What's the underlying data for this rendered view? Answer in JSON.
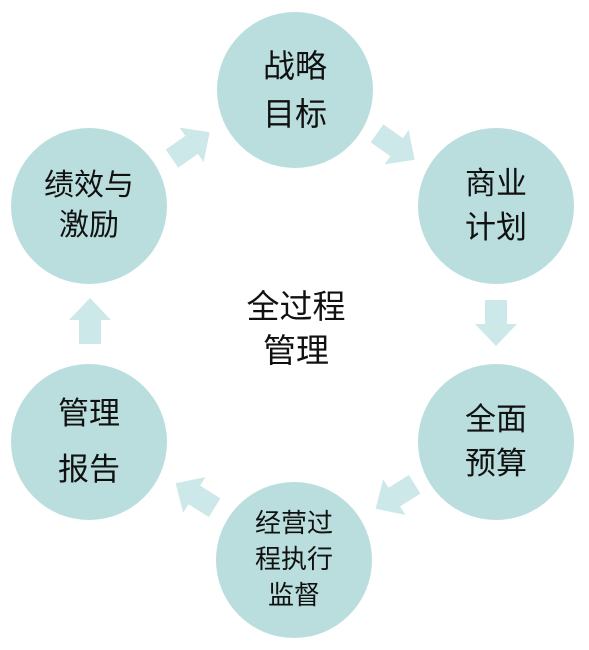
{
  "center": {
    "lines": [
      "全过程",
      "管理"
    ]
  },
  "nodes": [
    {
      "id": "strategy",
      "lines": [
        "战略",
        "目标"
      ]
    },
    {
      "id": "plan",
      "lines": [
        "商业",
        "计划"
      ]
    },
    {
      "id": "budget",
      "lines": [
        "全面",
        "预算"
      ]
    },
    {
      "id": "exec",
      "lines": [
        "经营过",
        "程执行",
        "监督"
      ]
    },
    {
      "id": "report",
      "lines": [
        "管理",
        "报告"
      ]
    },
    {
      "id": "perf",
      "lines": [
        "绩效与",
        "激励"
      ]
    }
  ],
  "colors": {
    "circle_fill": "#b9dedd",
    "arrow_fill": "#cde8e8",
    "text": "#111111",
    "background": "#ffffff"
  }
}
